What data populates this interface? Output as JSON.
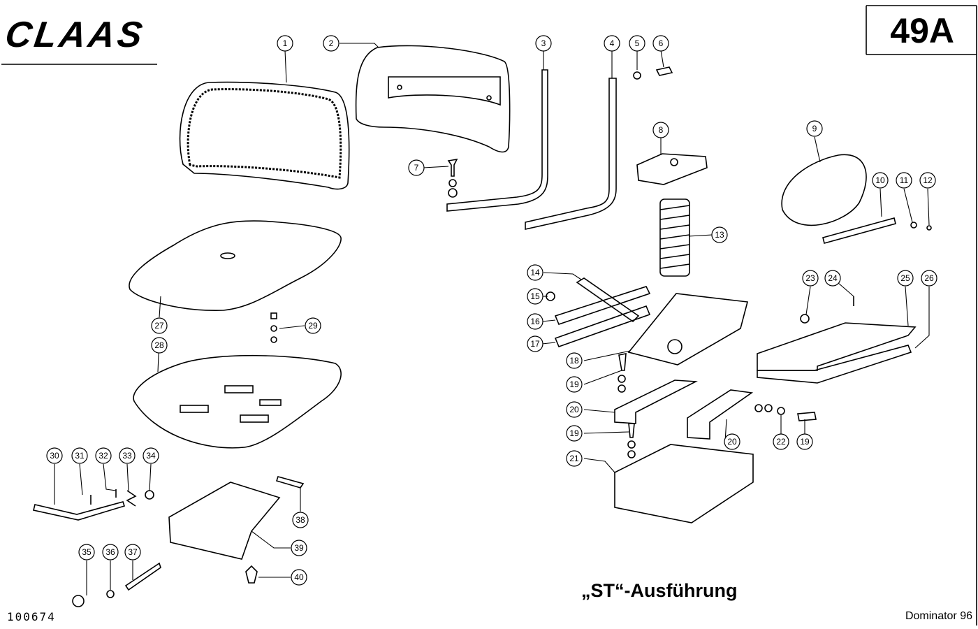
{
  "header": {
    "brand": "CLAAS",
    "page_number": "49A"
  },
  "footer": {
    "drawing_number": "100674",
    "model": "Dominator 96",
    "caption": "„ST“-Ausführung"
  },
  "parts": [
    {
      "id": "1",
      "label": "1"
    },
    {
      "id": "2",
      "label": "2"
    },
    {
      "id": "3",
      "label": "3"
    },
    {
      "id": "4",
      "label": "4"
    },
    {
      "id": "5",
      "label": "5"
    },
    {
      "id": "6",
      "label": "6"
    },
    {
      "id": "7",
      "label": "7"
    },
    {
      "id": "8",
      "label": "8"
    },
    {
      "id": "9",
      "label": "9"
    },
    {
      "id": "10",
      "label": "10"
    },
    {
      "id": "11",
      "label": "11"
    },
    {
      "id": "12",
      "label": "12"
    },
    {
      "id": "13",
      "label": "13"
    },
    {
      "id": "14",
      "label": "14"
    },
    {
      "id": "15",
      "label": "15"
    },
    {
      "id": "16",
      "label": "16"
    },
    {
      "id": "17",
      "label": "17"
    },
    {
      "id": "18",
      "label": "18"
    },
    {
      "id": "19a",
      "label": "19"
    },
    {
      "id": "19b",
      "label": "19"
    },
    {
      "id": "19c",
      "label": "19"
    },
    {
      "id": "20a",
      "label": "20"
    },
    {
      "id": "20b",
      "label": "20"
    },
    {
      "id": "21",
      "label": "21"
    },
    {
      "id": "22",
      "label": "22"
    },
    {
      "id": "23",
      "label": "23"
    },
    {
      "id": "24",
      "label": "24"
    },
    {
      "id": "25",
      "label": "25"
    },
    {
      "id": "26",
      "label": "26"
    },
    {
      "id": "27",
      "label": "27"
    },
    {
      "id": "28",
      "label": "28"
    },
    {
      "id": "29",
      "label": "29"
    },
    {
      "id": "30",
      "label": "30"
    },
    {
      "id": "31",
      "label": "31"
    },
    {
      "id": "32",
      "label": "32"
    },
    {
      "id": "33",
      "label": "33"
    },
    {
      "id": "34",
      "label": "34"
    },
    {
      "id": "35",
      "label": "35"
    },
    {
      "id": "36",
      "label": "36"
    },
    {
      "id": "37",
      "label": "37"
    },
    {
      "id": "38",
      "label": "38"
    },
    {
      "id": "39",
      "label": "39"
    },
    {
      "id": "40",
      "label": "40"
    }
  ]
}
